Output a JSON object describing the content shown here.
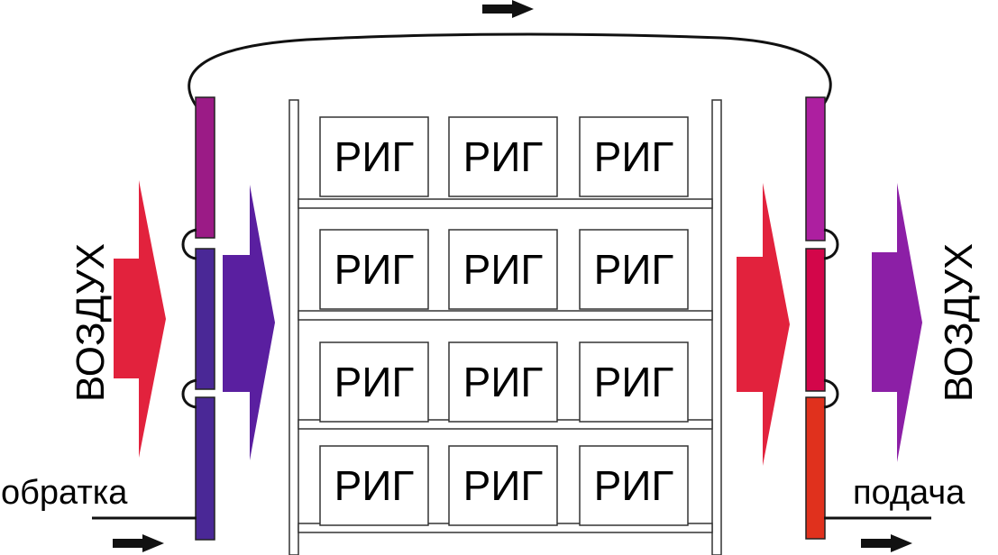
{
  "diagram": {
    "unit_label": "РИГ",
    "rack": {
      "shelves": 4,
      "units_per_shelf": 3
    },
    "left": {
      "air_label": "ВОЗДУХ",
      "pipe_label": "обратка"
    },
    "right": {
      "air_label": "ВОЗДУХ",
      "pipe_label": "подача"
    },
    "colors": {
      "left_radiator_top": "#9b1b86",
      "left_radiator_mid": "#4a2896",
      "left_radiator_bottom": "#4a2896",
      "right_radiator_top": "#ad1fa0",
      "right_radiator_mid": "#d3064a",
      "right_radiator_bottom": "#e0311d",
      "hot_air_arrow": "#e2223d",
      "cool_air_arrow_left": "#5a1fa0",
      "cool_air_arrow_right": "#8c1fa6"
    }
  }
}
